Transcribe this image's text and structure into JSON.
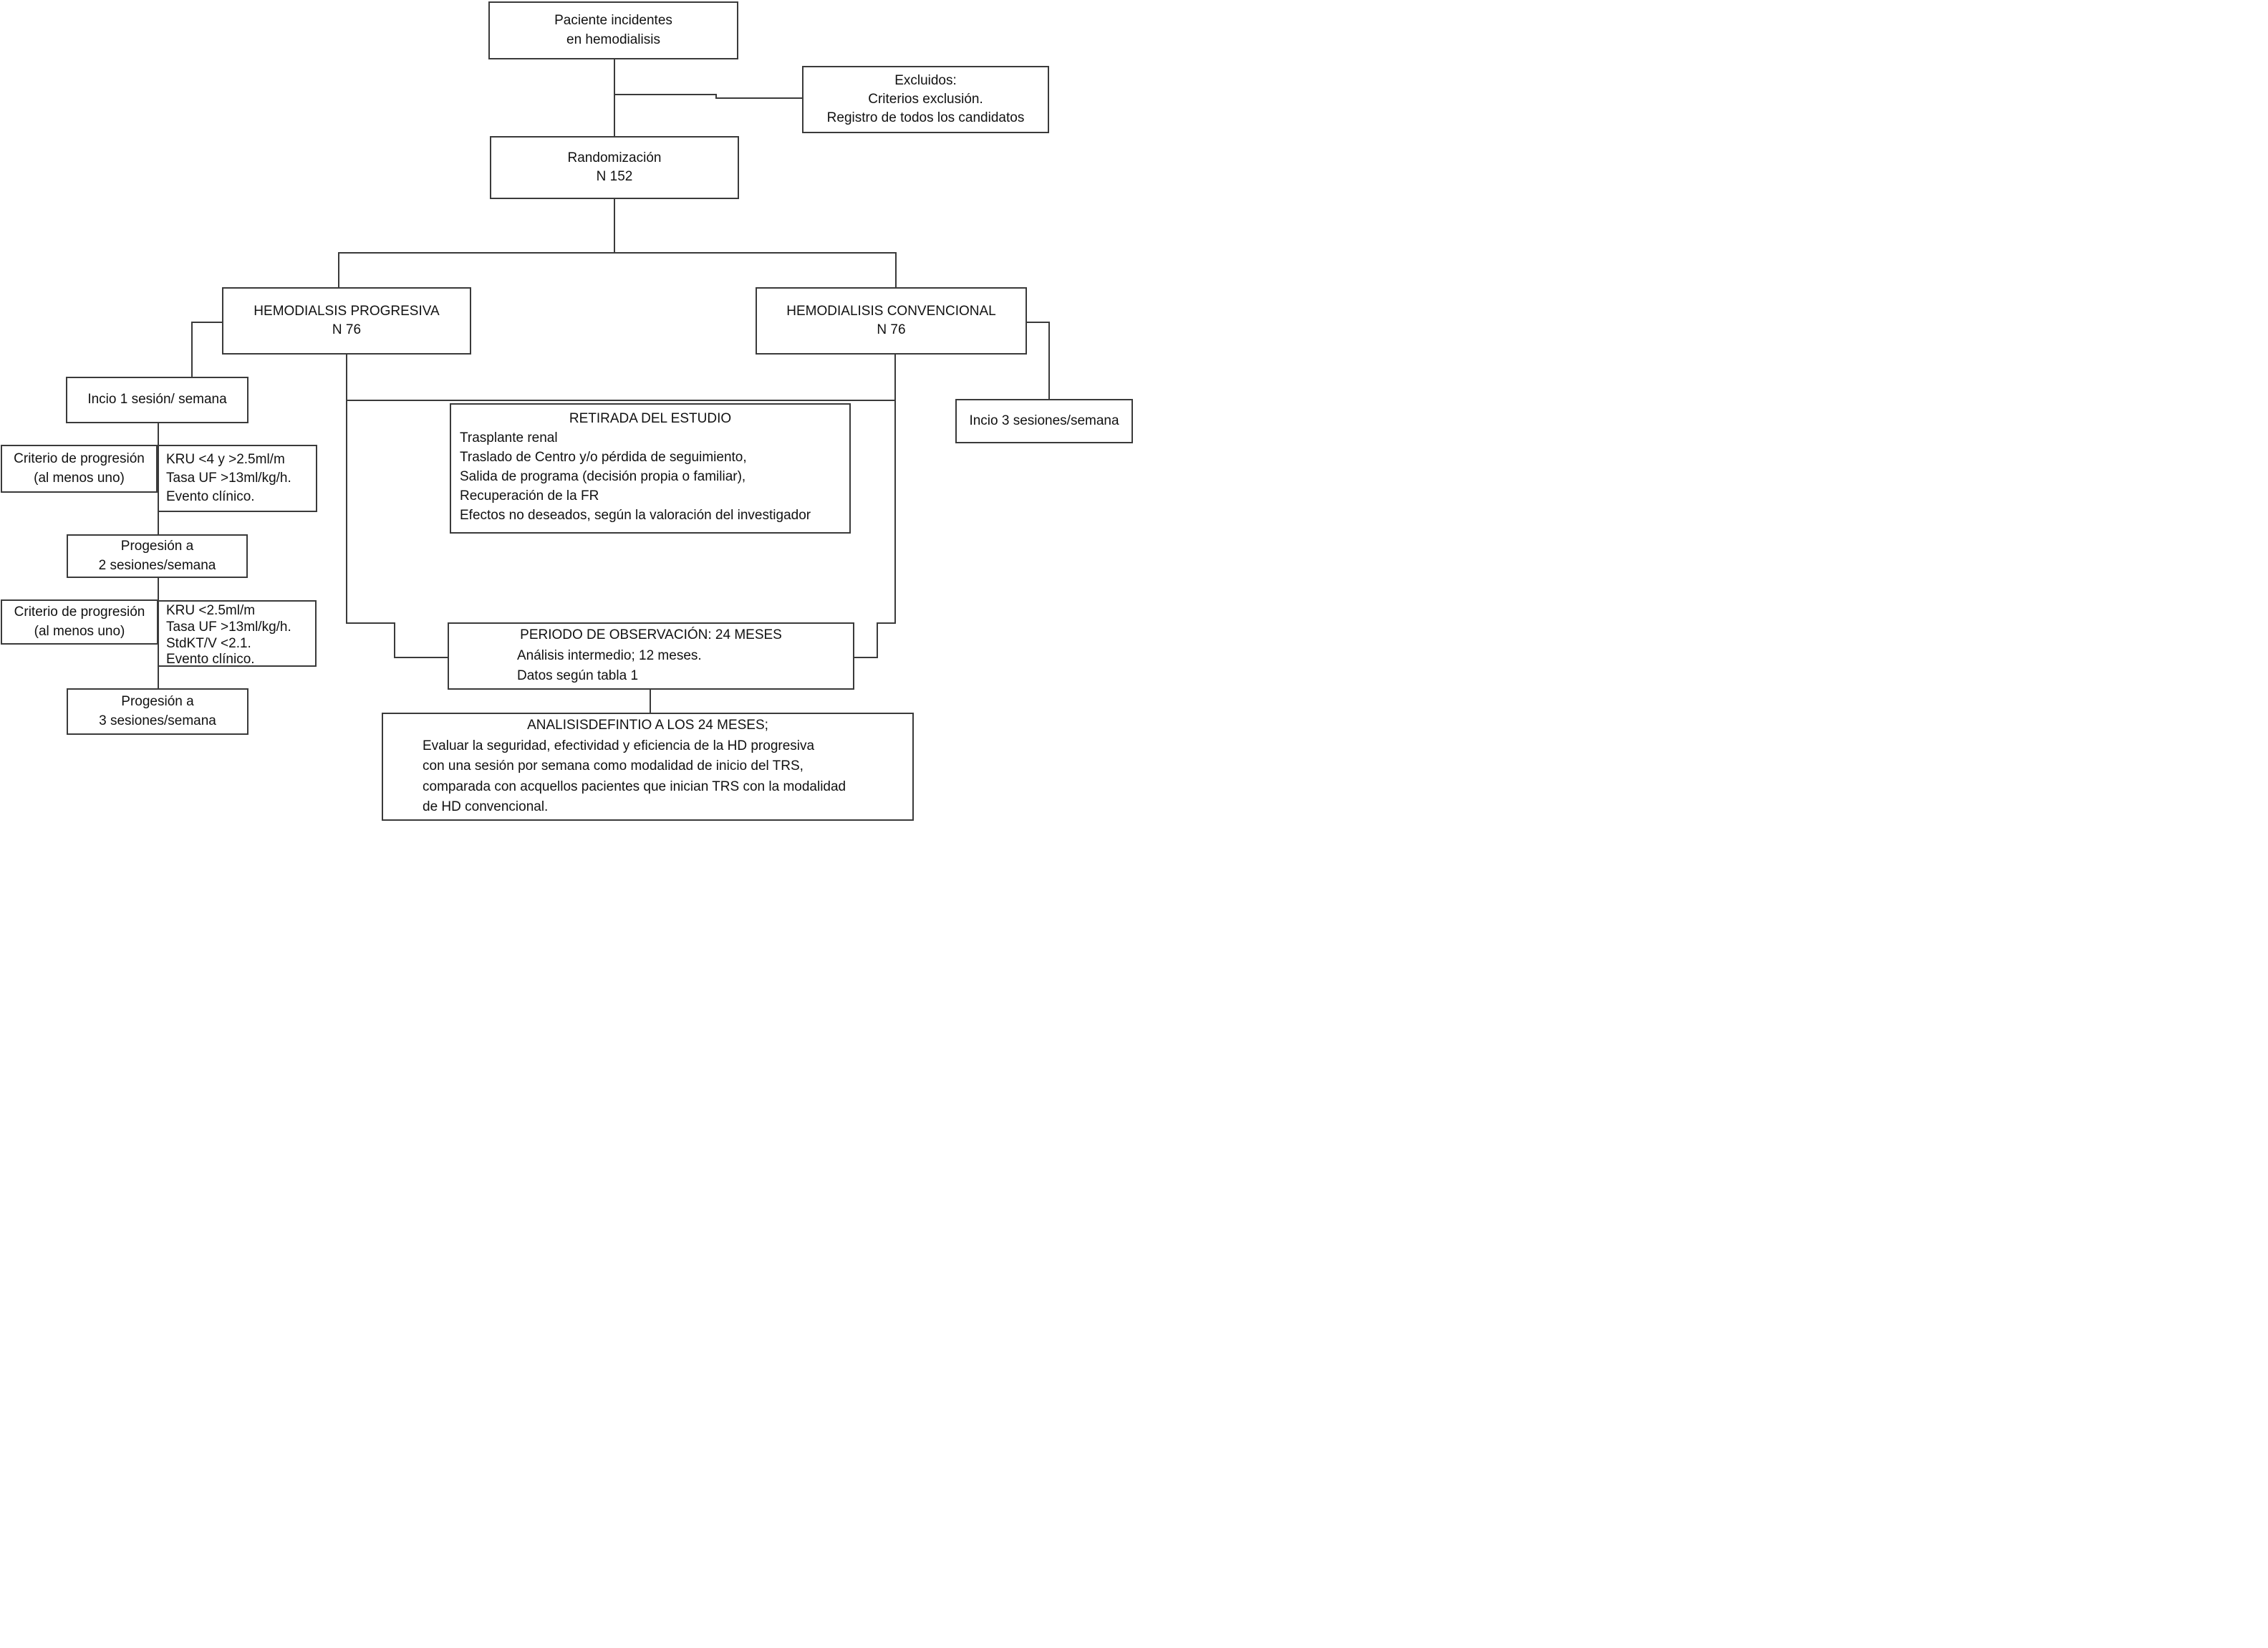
{
  "colors": {
    "background": "#ffffff",
    "line": "#3a3a3a",
    "text": "#111111"
  },
  "diagram": {
    "nodes": {
      "paciente": {
        "lines": [
          "Paciente incidentes",
          "en hemodialisis"
        ]
      },
      "excluidos": {
        "lines": [
          "Excluidos:",
          "Criterios exclusión.",
          "Registro de todos los candidatos"
        ]
      },
      "randomizacion": {
        "lines": [
          "Randomización",
          "N 152"
        ]
      },
      "hd_progresiva": {
        "lines": [
          "HEMODIALSIS PROGRESIVA",
          "N 76"
        ]
      },
      "hd_convencional": {
        "lines": [
          "HEMODIALISIS CONVENCIONAL",
          "N 76"
        ]
      },
      "incio1": {
        "lines": [
          "Incio 1 sesión/ semana"
        ]
      },
      "criterio1": {
        "lines": [
          "Criterio de progresión",
          "(al menos uno)"
        ]
      },
      "kru1": {
        "lines": [
          "KRU <4 y >2.5ml/m",
          "Tasa UF >13ml/kg/h.",
          "Evento clínico."
        ]
      },
      "progresion2": {
        "lines": [
          "Progesión a",
          "2 sesiones/semana"
        ]
      },
      "criterio2": {
        "lines": [
          "Criterio de progresión",
          "(al menos uno)"
        ]
      },
      "kru2": {
        "lines": [
          "KRU <2.5ml/m",
          "Tasa UF >13ml/kg/h.",
          "StdKT/V <2.1.",
          "Evento clínico."
        ]
      },
      "progresion3": {
        "lines": [
          "Progesión a",
          "3 sesiones/semana"
        ]
      },
      "retirada": {
        "title": "RETIRADA DEL ESTUDIO",
        "items": [
          "Trasplante renal",
          "Traslado de Centro y/o pérdida de seguimiento,",
          "Salida de programa (decisión propia o familiar),",
          "Recuperación de la FR",
          "Efectos no deseados, según la valoración del investigador"
        ]
      },
      "incio3": {
        "lines": [
          "Incio 3 sesiones/semana"
        ]
      },
      "periodo": {
        "title": "PERIODO DE OBSERVACIÓN: 24 MESES",
        "items": [
          "Análisis intermedio; 12 meses.",
          "Datos según tabla 1"
        ]
      },
      "analisis": {
        "title": "ANALISISDEFINTIO A LOS 24 MESES;",
        "items": [
          "Evaluar la seguridad, efectividad y eficiencia de la HD progresiva",
          "con una sesión por semana como modalidad de inicio del TRS,",
          "comparada con acquellos pacientes que inician TRS con la modalidad",
          "de HD convencional."
        ]
      }
    }
  }
}
